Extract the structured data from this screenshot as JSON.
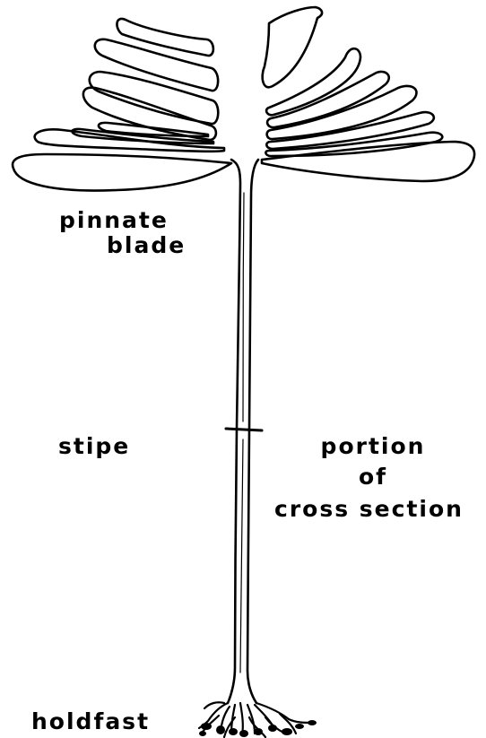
{
  "labels": {
    "blade_line1": "pinnate",
    "blade_line2": "blade",
    "stipe": "stipe",
    "cross_line1": "portion",
    "cross_line2": "of",
    "cross_line3": "cross section",
    "holdfast": "holdfast"
  },
  "colors": {
    "ink": "#000000",
    "paper": "#ffffff"
  }
}
